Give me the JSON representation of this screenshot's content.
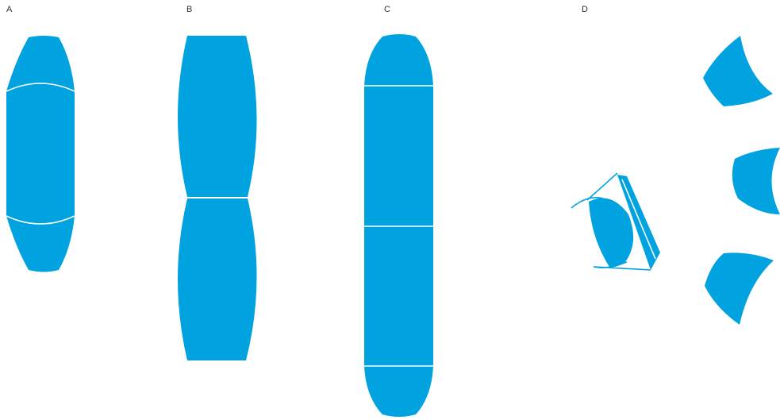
{
  "colors": {
    "accent": "#00a3e0",
    "seam": "#ffffff",
    "background": "#ffffff"
  },
  "panels": [
    {
      "id": "A",
      "label": "A"
    },
    {
      "id": "B",
      "label": "B"
    },
    {
      "id": "C",
      "label": "C"
    },
    {
      "id": "D",
      "label": "D"
    }
  ]
}
